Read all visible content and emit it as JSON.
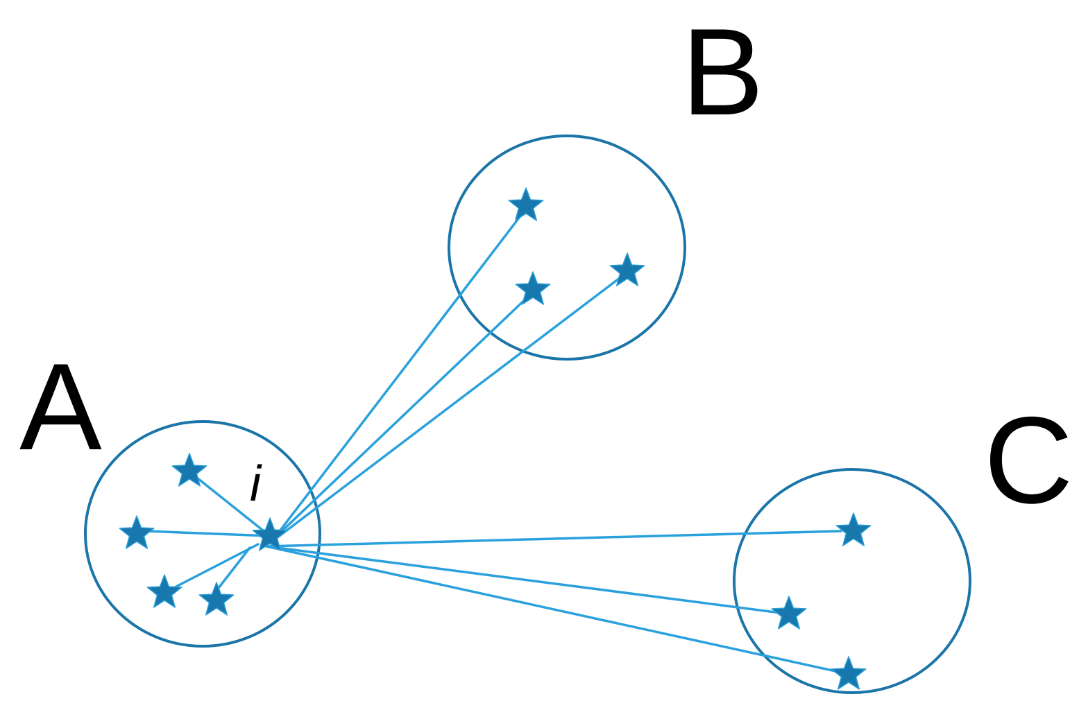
{
  "clusters": {
    "a": {
      "label": "A"
    },
    "b": {
      "label": "B"
    },
    "c": {
      "label": "C"
    }
  },
  "point_i": {
    "label": "i"
  },
  "colors": {
    "circle": "#1b75a8",
    "edge": "#2aa1dc",
    "star": "#1877ad"
  },
  "icons": {
    "point_marker": "star-icon"
  }
}
